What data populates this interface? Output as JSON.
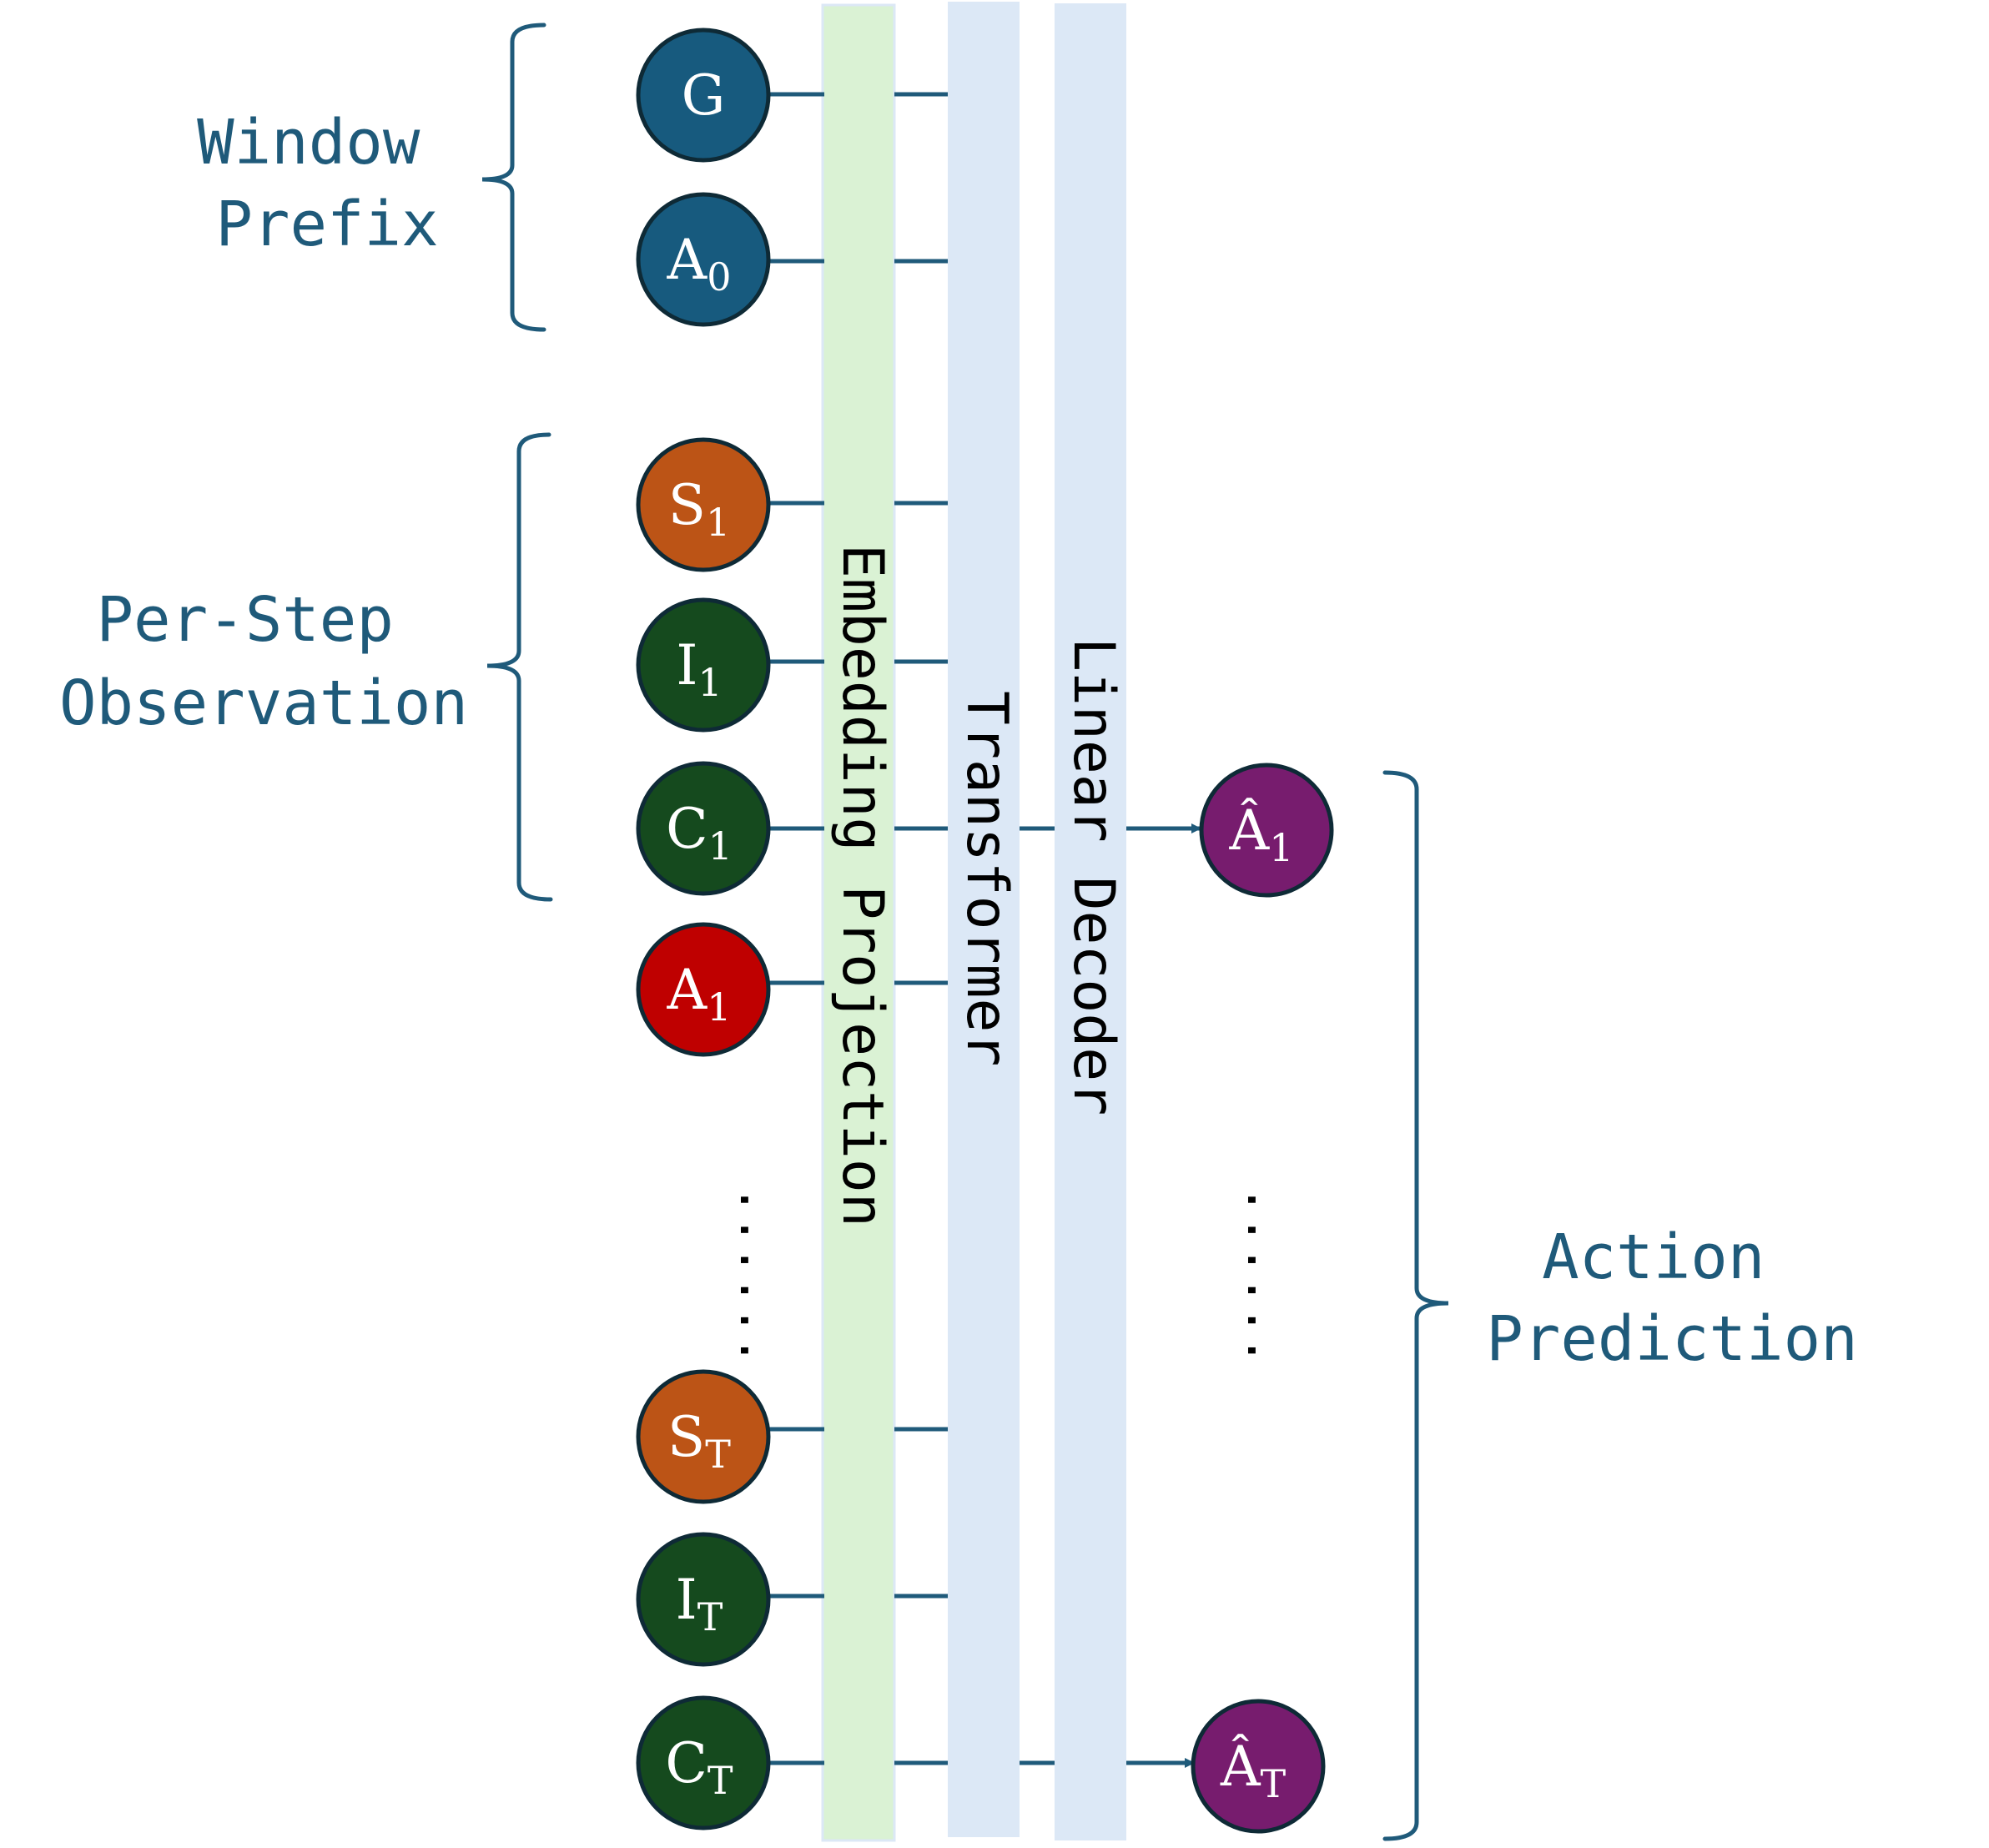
{
  "colors": {
    "label": "#1f5a7a",
    "bracket": "#1f5a7a",
    "line": "#1f5a7a",
    "node_stroke": "#0e2a36",
    "bar_embedding": "#daf2d4",
    "bar_transformer": "#dce8f6",
    "bar_decoder": "#dce8f6"
  },
  "groups": {
    "window_prefix": {
      "line1": "Window",
      "line2": "Prefix"
    },
    "per_step": {
      "line1": "Per-Step",
      "line2": "Observation"
    },
    "action_prediction": {
      "line1": "Action",
      "line2": "Prediction"
    }
  },
  "layers": {
    "embedding": "Embedding Projection",
    "transformer": "Transformer",
    "decoder": "Linear Decoder"
  },
  "ellipsis": "......",
  "input_nodes": [
    {
      "id": "g",
      "letter": "G",
      "sub": "",
      "color": "#175a7e"
    },
    {
      "id": "a0",
      "letter": "A",
      "sub": "0",
      "color": "#175a7e"
    },
    {
      "id": "s1",
      "letter": "S",
      "sub": "1",
      "color": "#bc5416"
    },
    {
      "id": "i1",
      "letter": "I",
      "sub": "1",
      "color": "#154a1e"
    },
    {
      "id": "c1",
      "letter": "C",
      "sub": "1",
      "color": "#154a1e"
    },
    {
      "id": "a1",
      "letter": "A",
      "sub": "1",
      "color": "#bf0000"
    },
    {
      "id": "st",
      "letter": "S",
      "sub": "T",
      "color": "#bc5416"
    },
    {
      "id": "it",
      "letter": "I",
      "sub": "T",
      "color": "#154a1e"
    },
    {
      "id": "ct",
      "letter": "C",
      "sub": "T",
      "color": "#154a1e"
    }
  ],
  "output_nodes": [
    {
      "id": "ahat1",
      "letter": "Â",
      "sub": "1",
      "color": "#771c6e"
    },
    {
      "id": "ahatt",
      "letter": "Â",
      "sub": "T",
      "color": "#771c6e"
    }
  ]
}
